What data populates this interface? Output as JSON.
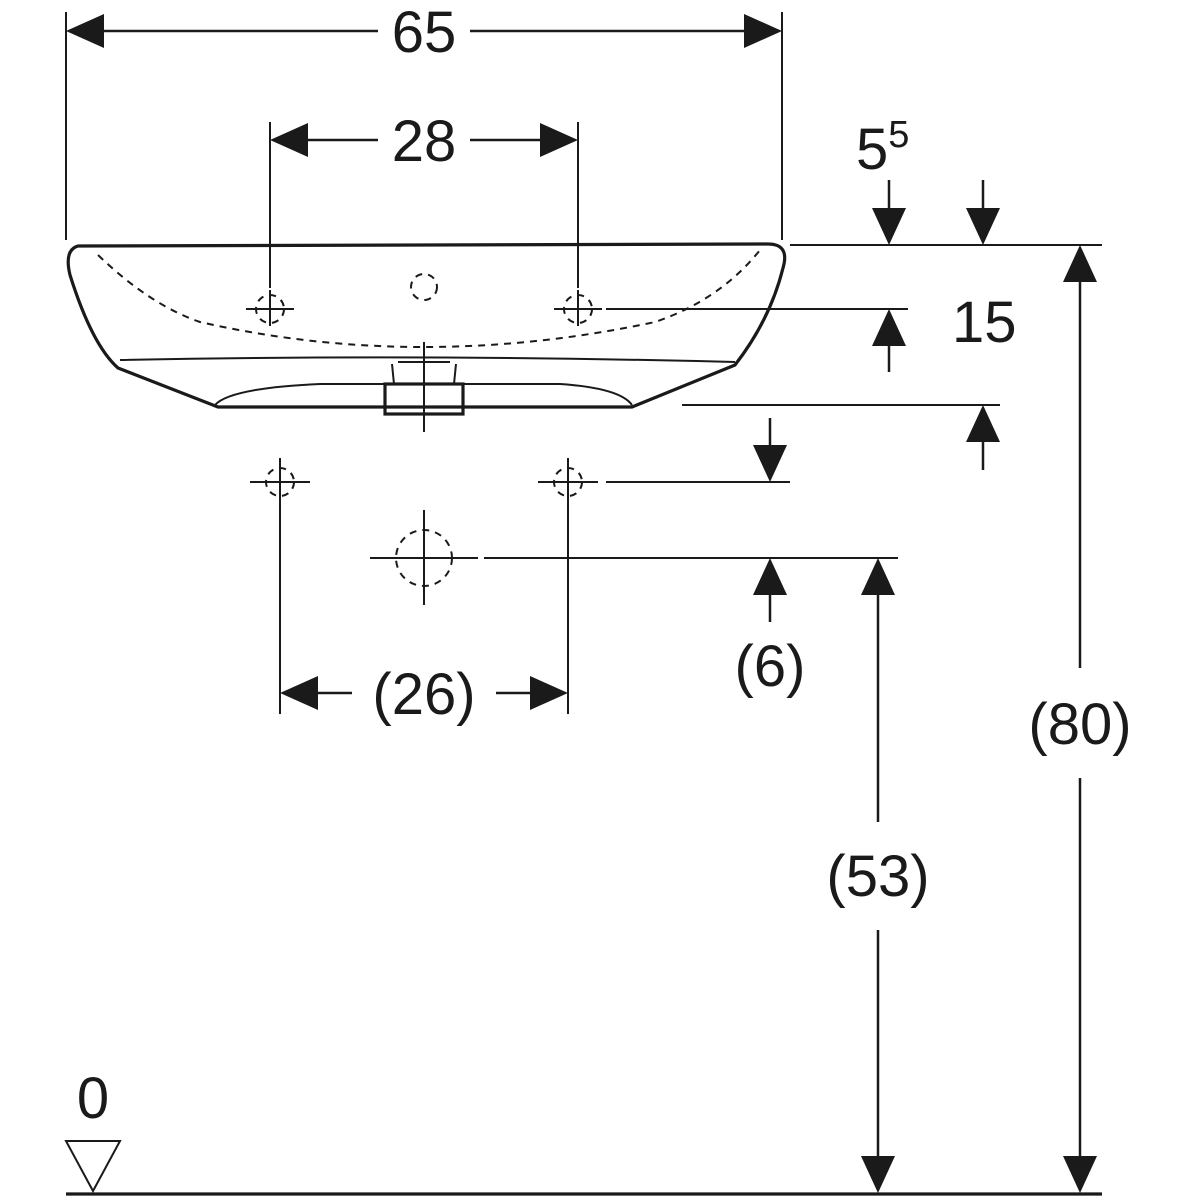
{
  "colors": {
    "line": "#1a1a1a",
    "background": "#ffffff"
  },
  "dimensions": {
    "overall_width": "65",
    "tap_hole_spacing": "28",
    "rim_thickness_base": "5",
    "rim_thickness_sup": "5",
    "tap_hole_offset": "15",
    "supply_spacing": "(26)",
    "drain_offset": "(6)",
    "drain_height": "(53)",
    "rim_height": "(80)",
    "floor_level": "0"
  }
}
